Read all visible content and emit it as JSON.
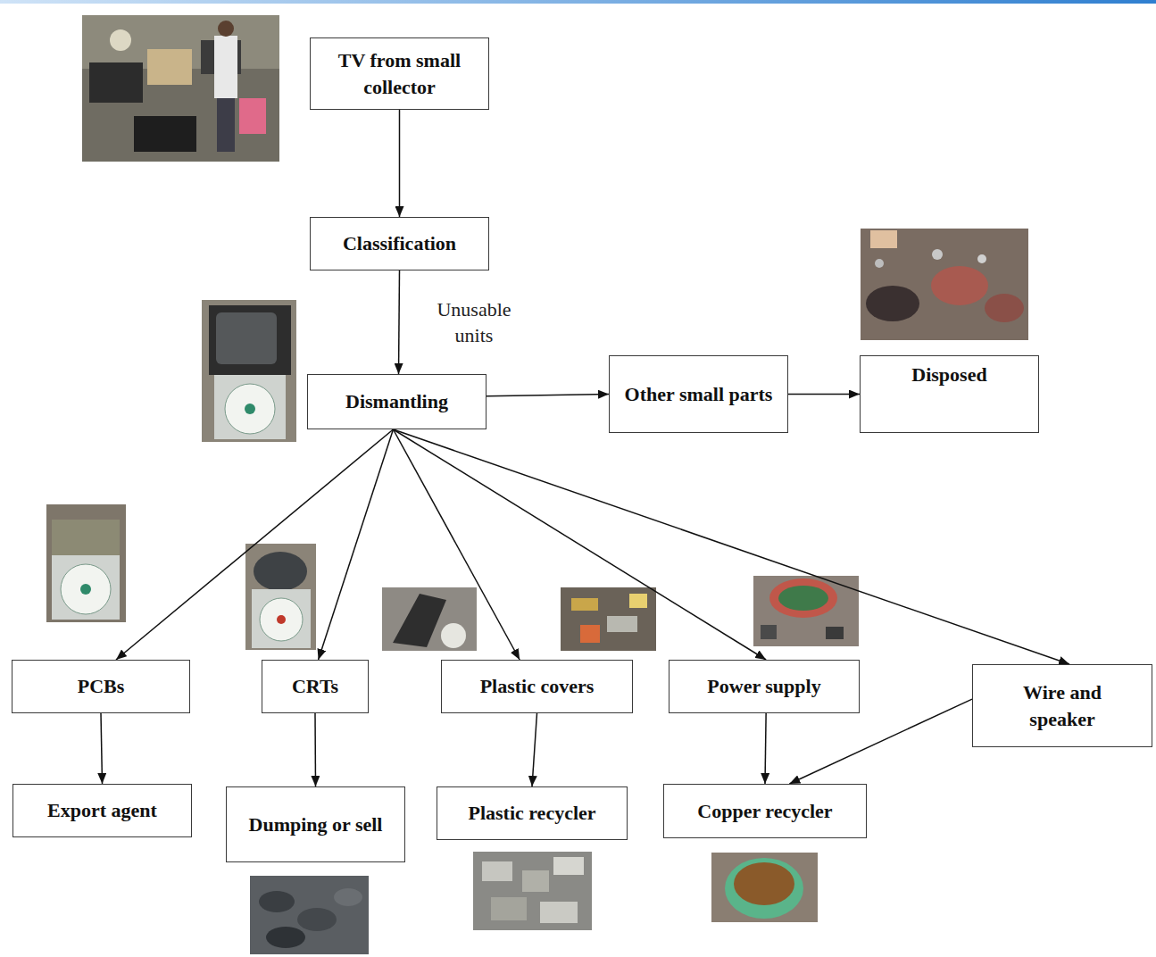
{
  "diagram": {
    "nodes": [
      {
        "text": [
          "TV from small collector"
        ]
      },
      {
        "text": [
          "Classification"
        ]
      },
      {
        "text": [
          "Dismantling"
        ]
      },
      {
        "text": [
          "Other small parts"
        ]
      },
      {
        "text": [
          "Disposed"
        ]
      },
      {
        "text": [
          "PCBs"
        ]
      },
      {
        "text": [
          "CRTs"
        ]
      },
      {
        "text": [
          "Plastic covers"
        ]
      },
      {
        "text": [
          "Power supply"
        ]
      },
      {
        "text": [
          "Wire and speaker"
        ]
      },
      {
        "text": [
          "Export agent"
        ]
      },
      {
        "text": [
          "Dumping or sell"
        ]
      },
      {
        "text": [
          "Plastic recycler"
        ]
      },
      {
        "text": [
          "Copper recycler"
        ]
      }
    ],
    "edges": [
      {
        "from": 0,
        "to": 1,
        "arrow": "to"
      },
      {
        "from": 1,
        "to": 2,
        "label": "Unusable units",
        "arrow": "to"
      },
      {
        "from": 2,
        "to": 3,
        "arrow": "to"
      },
      {
        "from": 3,
        "to": 4,
        "arrow": "to"
      },
      {
        "from": 2,
        "to": 5,
        "arrow": "to"
      },
      {
        "from": 2,
        "to": 6,
        "arrow": "to"
      },
      {
        "from": 2,
        "to": 7,
        "arrow": "to"
      },
      {
        "from": 2,
        "to": 8,
        "arrow": "to"
      },
      {
        "from": 2,
        "to": 9,
        "arrow": "to"
      },
      {
        "from": 5,
        "to": 10,
        "arrow": "to"
      },
      {
        "from": 6,
        "to": 11,
        "arrow": "to"
      },
      {
        "from": 7,
        "to": 12,
        "arrow": "to"
      },
      {
        "from": 8,
        "to": 13,
        "arrow": "to"
      },
      {
        "from": 9,
        "to": 13,
        "arrow": "to"
      }
    ]
  }
}
